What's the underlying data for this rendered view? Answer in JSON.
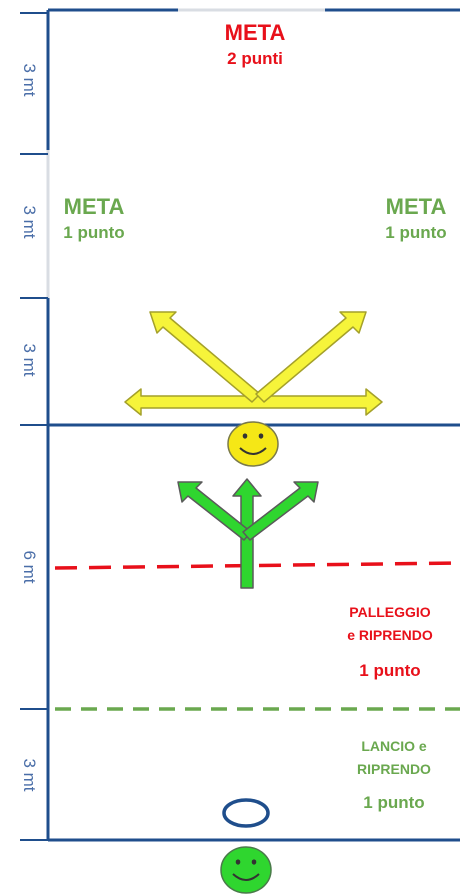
{
  "colors": {
    "field_line": "#1f4e8c",
    "red": "#e8101a",
    "green": "#6aa84f",
    "dim_text": "#4a6ea8",
    "yellow_arrow_fill": "#f6f43a",
    "yellow_arrow_stroke": "#a4a02a",
    "green_arrow_fill": "#2fd62f",
    "green_arrow_stroke": "#5a5a5a",
    "smiley_yellow": "#f5e716",
    "smiley_green": "#2fd62f",
    "ball_outline": "#1f4e8c"
  },
  "distances": [
    "3 mt",
    "3 mt",
    "3 mt",
    "6 mt",
    "3 mt"
  ],
  "zones": {
    "top_goal": {
      "title": "META",
      "points": "2 punti"
    },
    "left_goal": {
      "title": "META",
      "points": "1 punto"
    },
    "right_goal": {
      "title": "META",
      "points": "1 punto"
    },
    "bounce": {
      "line1": "PALLEGGIO",
      "line2": "e RIPRENDO",
      "points": "1 punto"
    },
    "throw": {
      "line1": "LANCIO e",
      "line2": "RIPRENDO",
      "points": "1 punto"
    }
  },
  "icons": {
    "yellow_player": "smiley-face-icon",
    "green_player": "smiley-face-icon",
    "ball": "ball-ring-icon",
    "yellow_arrows": "direction-arrows-icon",
    "green_arrows": "direction-arrows-icon"
  }
}
